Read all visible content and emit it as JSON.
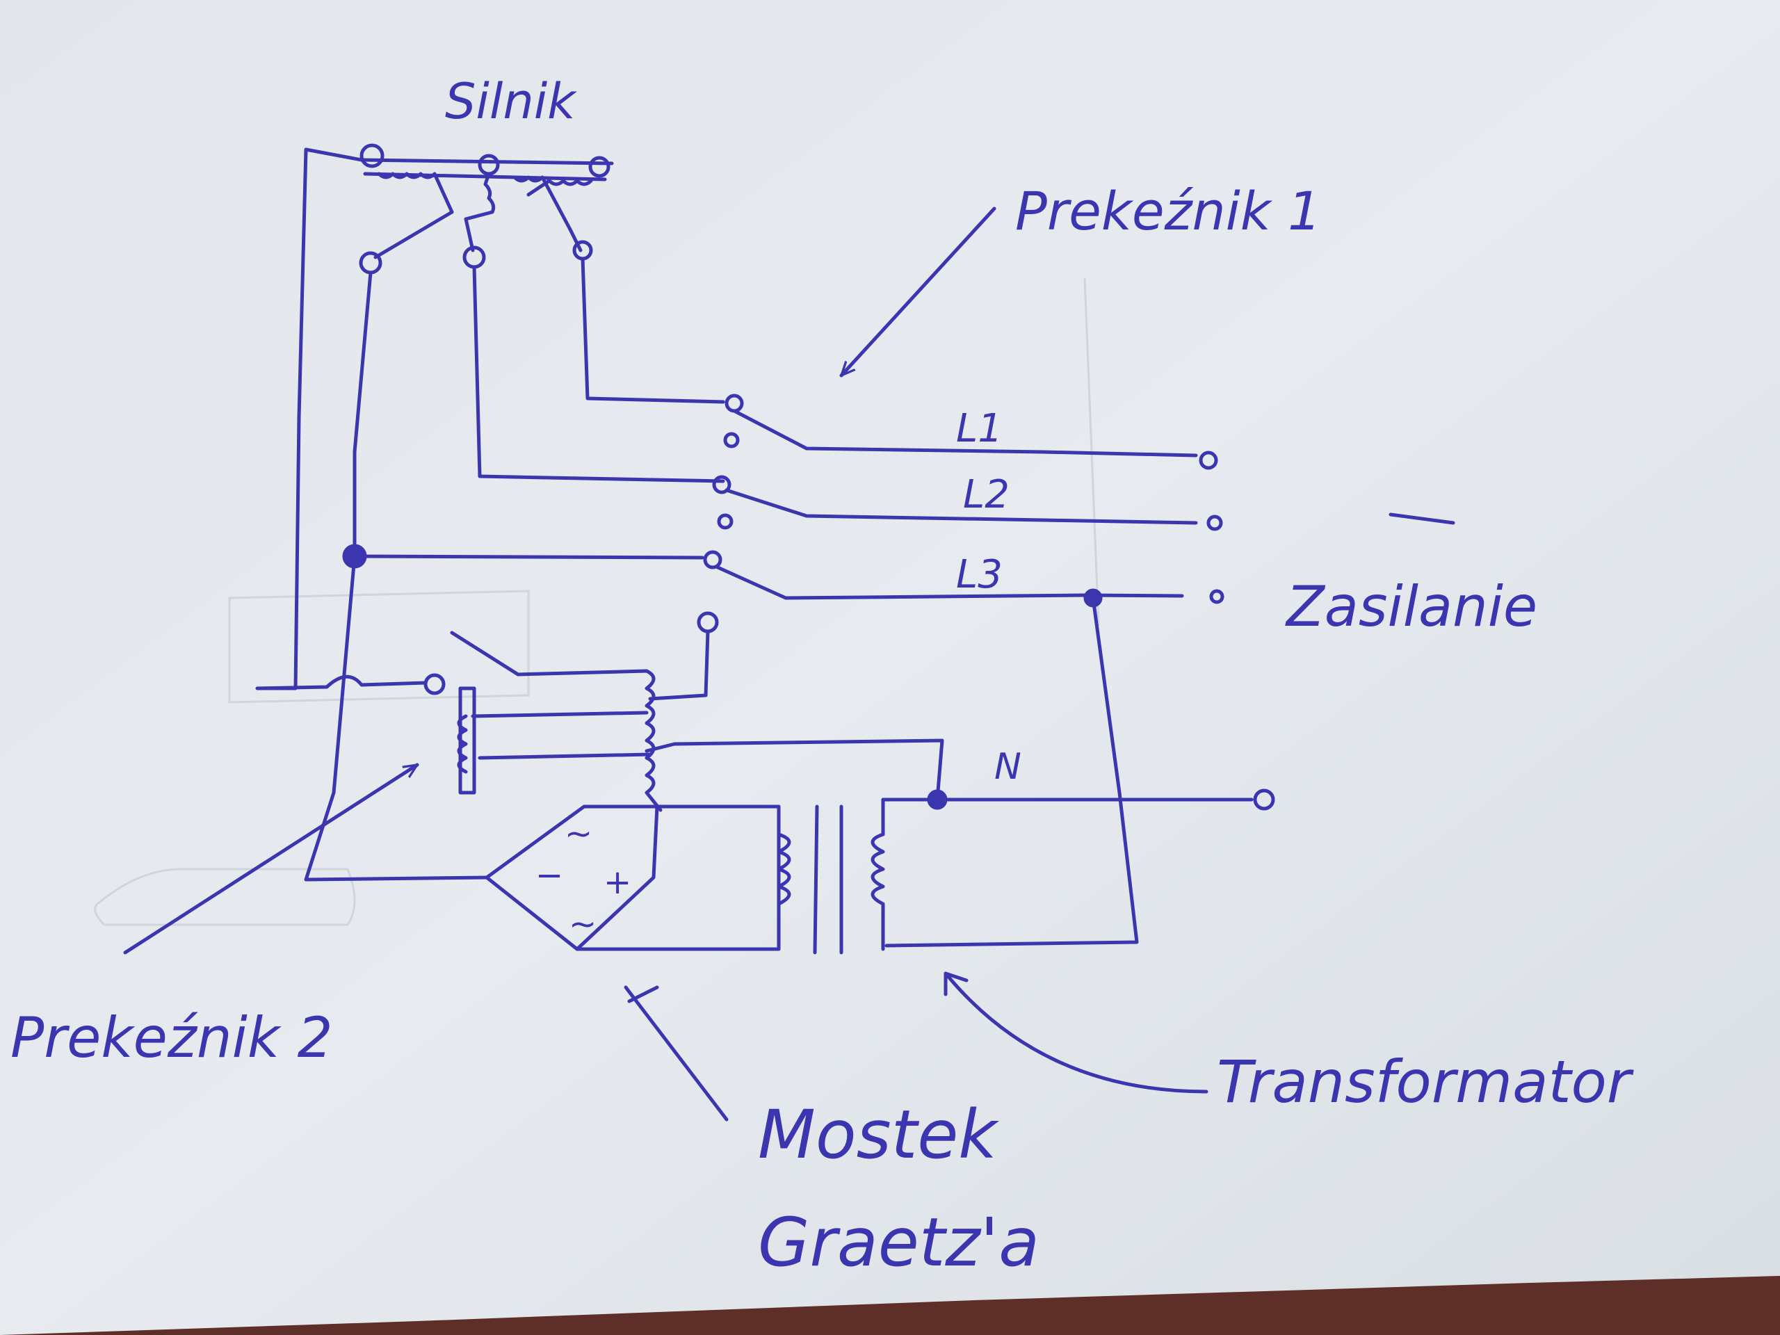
{
  "diagram": {
    "ink_color": "#3b36b0",
    "paper_color": "#e6eaee",
    "labels": {
      "silnik": "Silnik",
      "przelacznik1": "Prekeźnik 1",
      "przelacznik2": "Prekeźnik 2",
      "zasilanie": "Zasilanie",
      "mostek_line1": "Mostek",
      "mostek_line2": "Graetz'a",
      "transformator": "Transformator",
      "l1": "L1",
      "l2": "L2",
      "l3": "L3",
      "n": "N"
    },
    "bridge_symbols": {
      "ac_top": "~",
      "ac_bottom": "~",
      "minus": "−",
      "plus": "+"
    }
  }
}
